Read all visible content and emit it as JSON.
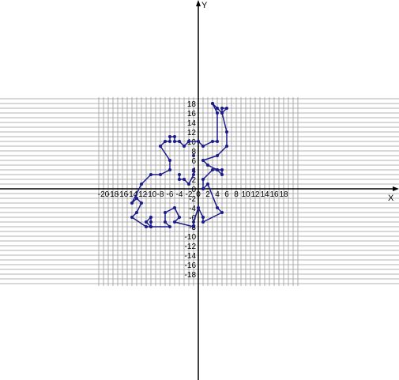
{
  "chart_data": {
    "type": "line",
    "xlabel": "X",
    "ylabel": "Y",
    "xlim": [
      -21,
      21
    ],
    "ylim": [
      -20,
      19
    ],
    "grid": true,
    "x_ticks": [
      -20,
      -18,
      -16,
      -14,
      -12,
      -10,
      -8,
      -6,
      -4,
      -2,
      0,
      2,
      4,
      6,
      8,
      10,
      12,
      14,
      16,
      18
    ],
    "y_ticks": [
      -18,
      -16,
      -14,
      -12,
      -10,
      -8,
      -6,
      -4,
      -2,
      0,
      2,
      4,
      6,
      8,
      10,
      12,
      14,
      16,
      18
    ],
    "line_color": "#1a1a8c",
    "grid_color": "#9a9a9a",
    "axis_color": "#000000",
    "series": [
      {
        "points": [
          [
            3,
            18
          ],
          [
            4,
            16
          ],
          [
            4,
            10
          ],
          [
            3,
            10
          ],
          [
            1,
            9
          ],
          [
            0,
            10
          ],
          [
            -2,
            10
          ],
          [
            -3,
            9
          ],
          [
            -4,
            10
          ],
          [
            -5,
            10
          ],
          [
            -5,
            11
          ],
          [
            -6,
            11
          ],
          [
            -6,
            10
          ],
          [
            -7,
            10
          ],
          [
            -8,
            9
          ],
          [
            -6,
            6
          ],
          [
            -6,
            4
          ],
          [
            -8,
            3
          ],
          [
            -10,
            3
          ],
          [
            -12,
            1
          ],
          [
            -14,
            -3
          ],
          [
            -13,
            -2
          ],
          [
            -12,
            -3
          ],
          [
            -13,
            -5
          ],
          [
            -14,
            -6
          ],
          [
            -11,
            -8
          ],
          [
            -10,
            -8
          ],
          [
            -10,
            -7
          ],
          [
            -10,
            -6
          ],
          [
            -11,
            -7
          ],
          [
            -10,
            -8
          ],
          [
            -6,
            -8
          ],
          [
            -7,
            -7
          ],
          [
            -7,
            -5
          ],
          [
            -5,
            -4
          ],
          [
            -4,
            -6
          ],
          [
            -5,
            -7
          ],
          [
            -1,
            -8
          ],
          [
            -1,
            -7
          ],
          [
            0,
            -4
          ],
          [
            1,
            -6
          ],
          [
            1,
            -7
          ],
          [
            5,
            -5
          ],
          [
            4,
            -4
          ],
          [
            2,
            1
          ],
          [
            1,
            0
          ],
          [
            1,
            2
          ],
          [
            3,
            4
          ],
          [
            4,
            4
          ],
          [
            5,
            3
          ],
          [
            5,
            4
          ],
          [
            4,
            4
          ],
          [
            2,
            5
          ],
          [
            1,
            6
          ],
          [
            4,
            7
          ],
          [
            6,
            9
          ],
          [
            6,
            12
          ],
          [
            5,
            16
          ],
          [
            5,
            17
          ],
          [
            6,
            17
          ],
          [
            5,
            16
          ],
          [
            4,
            17
          ],
          [
            3,
            18
          ]
        ]
      },
      {
        "points": [
          [
            -4,
            3
          ],
          [
            -4,
            2
          ],
          [
            -3,
            2
          ],
          [
            -2,
            1
          ],
          [
            -1,
            3
          ],
          [
            -1,
            4
          ]
        ]
      }
    ],
    "isolated_points": [
      [
        -1,
        7
      ]
    ]
  }
}
